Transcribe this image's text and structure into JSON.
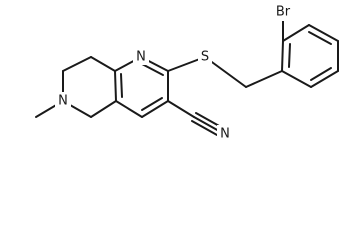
{
  "diagram": {
    "type": "chemical-structure",
    "atoms": [
      {
        "id": "br",
        "label": "Br"
      },
      {
        "id": "s",
        "label": "S"
      },
      {
        "id": "n1",
        "label": "N"
      },
      {
        "id": "n6",
        "label": "N"
      },
      {
        "id": "n_nitrile",
        "label": "N"
      }
    ]
  }
}
